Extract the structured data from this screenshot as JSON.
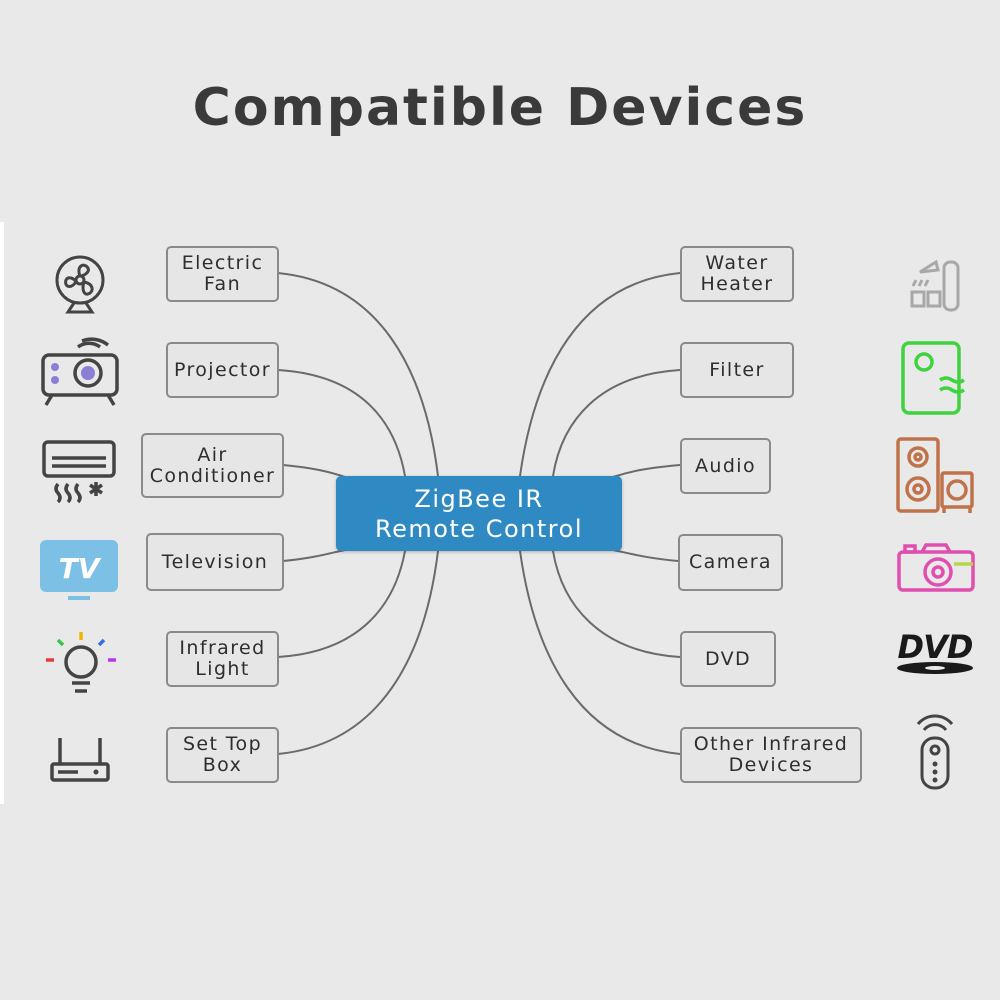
{
  "title": "Compatible Devices",
  "hub": {
    "line1": "ZigBee IR",
    "line2": "Remote Control"
  },
  "left_devices": [
    {
      "line1": "Electric",
      "line2": "Fan",
      "icon": "fan-icon"
    },
    {
      "line1": "Projector",
      "line2": "",
      "icon": "projector-icon"
    },
    {
      "line1": "Air",
      "line2": "Conditioner",
      "icon": "air-conditioner-icon"
    },
    {
      "line1": "Television",
      "line2": "",
      "icon": "tv-icon"
    },
    {
      "line1": "Infrared",
      "line2": "Light",
      "icon": "light-bulb-icon"
    },
    {
      "line1": "Set Top",
      "line2": "Box",
      "icon": "router-icon"
    }
  ],
  "right_devices": [
    {
      "line1": "Water",
      "line2": "Heater",
      "icon": "water-heater-icon"
    },
    {
      "line1": "Filter",
      "line2": "",
      "icon": "air-purifier-icon"
    },
    {
      "line1": "Audio",
      "line2": "",
      "icon": "speaker-icon"
    },
    {
      "line1": "Camera",
      "line2": "",
      "icon": "camera-icon"
    },
    {
      "line1": "DVD",
      "line2": "",
      "icon": "dvd-icon"
    },
    {
      "line1": "Other Infrared",
      "line2": "Devices",
      "icon": "remote-control-icon"
    }
  ],
  "icon_text": {
    "tv": "TV",
    "dvd": "DVD"
  },
  "colors": {
    "hub": "#2f8ac4",
    "connector": "#6a6a6a",
    "box_border": "#8a8a8a",
    "tv": "#7cc0e6",
    "filter": "#3fd33f",
    "audio": "#c0724a",
    "camera": "#e04fb0"
  }
}
